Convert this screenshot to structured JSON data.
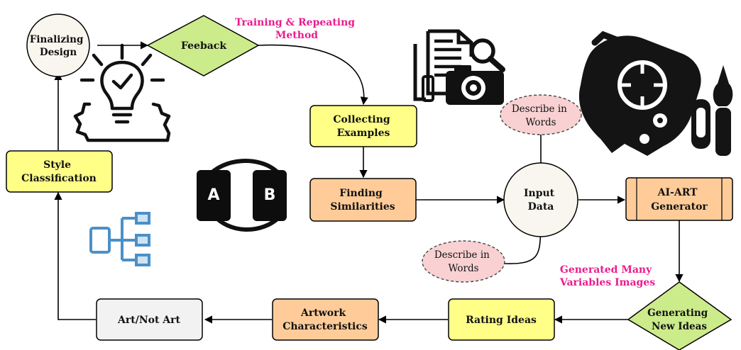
{
  "nodes": {
    "finalizing_design": [
      "Finalizing",
      "Design"
    ],
    "feedback": [
      "Feeback"
    ],
    "collecting_examples": [
      "Collecting",
      "Examples"
    ],
    "finding_similarities": [
      "Finding",
      "Similarities"
    ],
    "input_data": [
      "Input",
      "Data"
    ],
    "ai_art_generator": [
      "AI-ART",
      "Generator"
    ],
    "describe_top": [
      "Describe in",
      "Words"
    ],
    "describe_bottom": [
      "Describe in",
      "Words"
    ],
    "style_classification": [
      "Style",
      "Classification"
    ],
    "generating_new_ideas": [
      "Generating",
      "New Ideas"
    ],
    "rating_ideas": [
      "Rating Ideas"
    ],
    "artwork_characteristics": [
      "Artwork",
      "Characteristics"
    ],
    "art_not_art": [
      "Art/Not Art"
    ]
  },
  "annotations": {
    "training": [
      "Training & Repeating",
      "Method"
    ],
    "generated": [
      "Generated Many",
      "Variables Images"
    ]
  },
  "icons": {
    "ab_labels": [
      "A",
      "B"
    ]
  },
  "colors": {
    "yellow": "#ffff88",
    "orange": "#ffcc99",
    "green": "#cceb8b",
    "cream": "#f8f6ee",
    "gray": "#f2f2f2",
    "pink_fill": "#f9d1d3",
    "pink_text": "#ec1c8e",
    "icon_blue": "#4a90c8"
  }
}
